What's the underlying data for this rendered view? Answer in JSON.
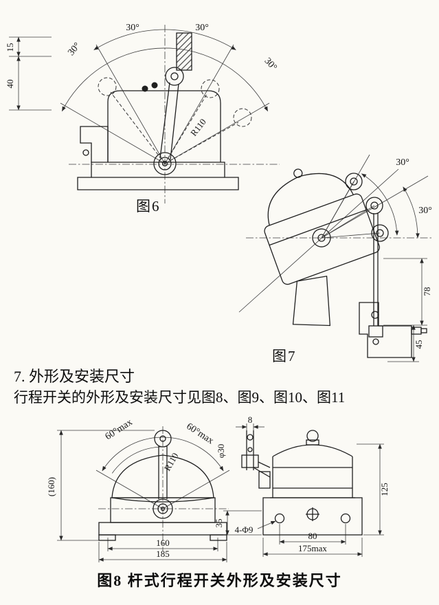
{
  "document": {
    "section_heading": "7. 外形及安装尺寸",
    "section_body": "行程开关的外形及安装尺寸见图8、图9、图10、图11"
  },
  "figure6": {
    "caption": "图6",
    "angle_labels": [
      "30°",
      "30°",
      "30°",
      "30°"
    ],
    "dim_15": "15",
    "dim_40": "40",
    "radius_label": "R110"
  },
  "figure7": {
    "caption": "图7",
    "angle_labels": [
      "30°",
      "30°"
    ],
    "dim_78": "78",
    "dim_45": "45"
  },
  "figure8": {
    "caption": "图8 杆式行程开关外形及安装尺寸",
    "front_view": {
      "swing_left": "60°max",
      "swing_right": "60°max",
      "radius_label": "R110",
      "roller_dia": "φ30",
      "height_overall": "(160)",
      "width_inner": "160",
      "width_overall": "185"
    },
    "side_view": {
      "arm_offset": "8",
      "height_body": "125",
      "base_height": "35",
      "mount_holes": "4-Φ9",
      "hole_spacing": "80",
      "depth_overall": "175max"
    }
  }
}
